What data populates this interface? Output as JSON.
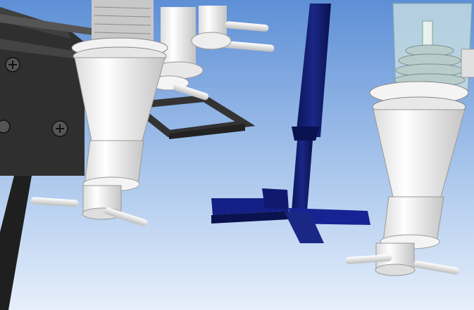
{
  "scene": {
    "type": "3d-cad-render",
    "background_gradient": [
      "#5e8fd6",
      "#a9c6ec",
      "#e6effb"
    ],
    "colors": {
      "frame_dark": "#2b2b2b",
      "frame_mid": "#4a4a4a",
      "tool_white": "#f3f3f3",
      "tool_shadow": "#c9c9c9",
      "stirrer_navy": "#0f1a6e",
      "stirrer_navy_dark": "#070d45",
      "glass_tint": "#cfe3e3"
    },
    "objects": [
      "machine-frame",
      "tool-holder-left",
      "tool-holder-back",
      "tool-holder-right",
      "stirrer-paddle",
      "rack-frame"
    ]
  }
}
